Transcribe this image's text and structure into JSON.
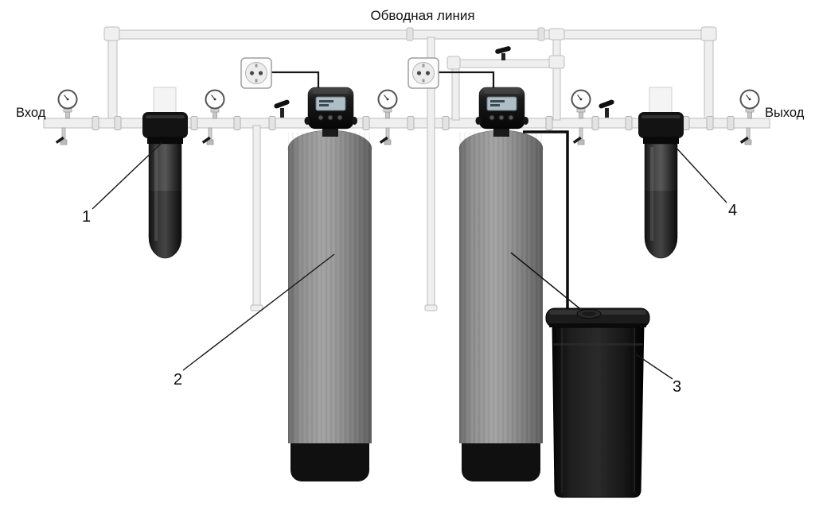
{
  "diagram": {
    "title": "Обводная линия",
    "labels": {
      "inlet": "Вход",
      "outlet": "Выход"
    },
    "callouts": [
      {
        "number": "1",
        "name": "pre-filter-housing"
      },
      {
        "number": "2",
        "name": "filtration-tank"
      },
      {
        "number": "3",
        "name": "brine-tank"
      },
      {
        "number": "4",
        "name": "post-filter-housing"
      }
    ],
    "colors": {
      "pipe_fill": "#efefef",
      "pipe_stroke": "#bdbdbd",
      "tank_gray": "#9a9a9a",
      "tank_boot_black": "#101010",
      "valve_head_black": "#141414",
      "display_screen": "#aebec6",
      "brine_tank_black": "#121212",
      "callout_text": "#000000",
      "background": "#ffffff"
    }
  }
}
